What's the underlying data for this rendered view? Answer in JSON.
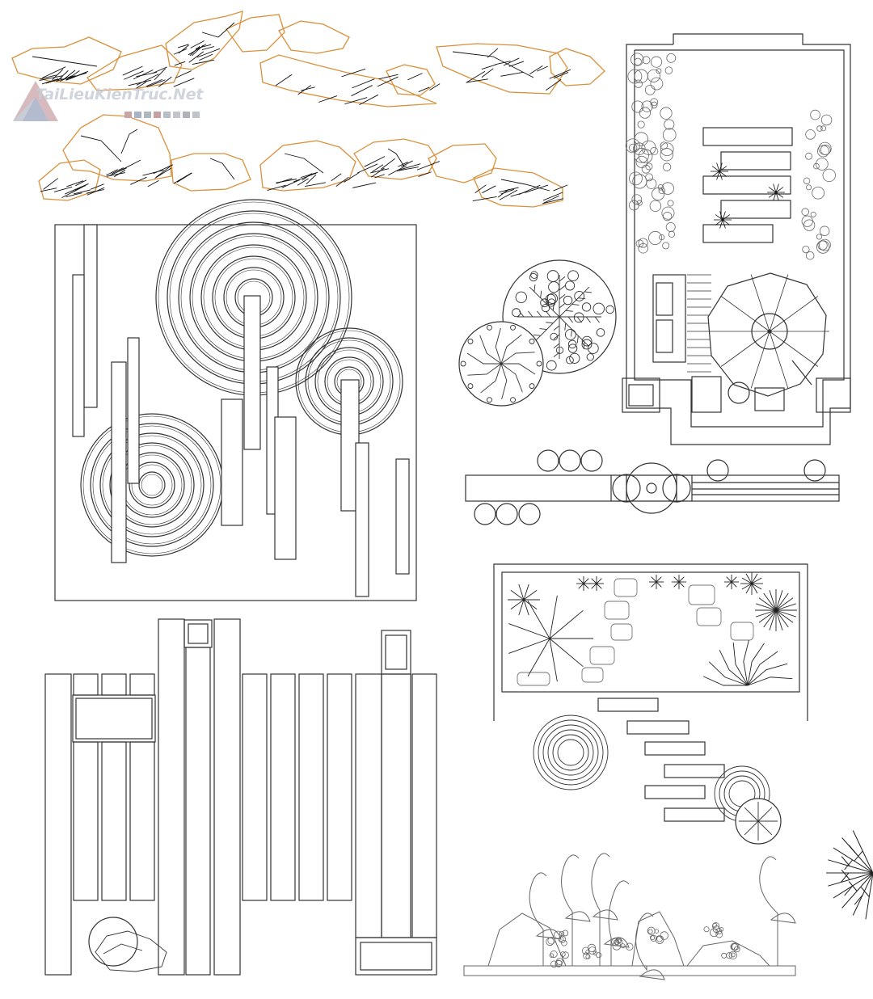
{
  "watermark": {
    "text": "TaiLieuKienTruc.Net",
    "strip_colors": [
      "#c9a3a8",
      "#a9b3c8",
      "#b0b7bd",
      "#c7a0a6",
      "#b8bec8",
      "#c2c6cc",
      "#aeb3ba",
      "#c0c4ca"
    ]
  },
  "colors": {
    "line": "#333333",
    "rock_outline": "#d9903a",
    "plant": "#555555",
    "hatch": "#111111"
  },
  "blocks": [
    {
      "id": "rock-elevations",
      "kind": "rocks"
    },
    {
      "id": "zen-garden-plan",
      "kind": "ripples"
    },
    {
      "id": "tree-symbols",
      "kind": "trees"
    },
    {
      "id": "courtyard-plan",
      "kind": "courtyard"
    },
    {
      "id": "stepping-path",
      "kind": "path"
    },
    {
      "id": "planter-plan",
      "kind": "planter"
    },
    {
      "id": "deck-plan",
      "kind": "deck"
    },
    {
      "id": "crane-sculpture-elevation",
      "kind": "cranes"
    },
    {
      "id": "branch-symbol",
      "kind": "branches"
    }
  ]
}
